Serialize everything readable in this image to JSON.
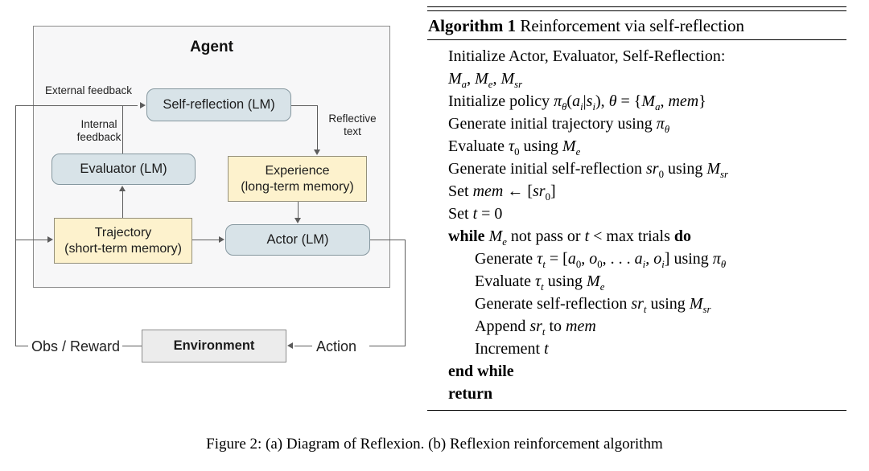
{
  "colors": {
    "blue_fill": "#d8e3e8",
    "blue_border": "#85979f",
    "yellow_fill": "#fdf2cd",
    "yellow_border": "#94907b",
    "agent_fill": "#f7f7f8",
    "agent_border": "#8c8c8c",
    "gray_fill": "#ececec",
    "line_color": "#5c5c5c"
  },
  "diagram": {
    "agent_label": "Agent",
    "nodes": {
      "self_reflection": "Self-reflection (LM)",
      "evaluator": "Evaluator (LM)",
      "actor": "Actor (LM)",
      "experience_title": "Experience",
      "experience_subtitle": "(long-term memory)",
      "trajectory_title": "Trajectory",
      "trajectory_subtitle": "(short-term memory)",
      "environment": "Environment"
    },
    "labels": {
      "external_feedback": "External feedback",
      "internal_feedback_line1": "Internal",
      "internal_feedback_line2": "feedback",
      "reflective_text_line1": "Reflective",
      "reflective_text_line2": "text",
      "obs_reward": "Obs / Reward",
      "action": "Action"
    }
  },
  "algorithm": {
    "title_bold": "Algorithm 1",
    "title_rest": " Reinforcement via self-reflection",
    "lines": [
      {
        "ind": 0,
        "seg": [
          [
            "r",
            "Initialize Actor, Evaluator, Self-Reflection:"
          ]
        ]
      },
      {
        "ind": 0,
        "seg": [
          [
            "i",
            "M"
          ],
          [
            "is",
            "a"
          ],
          [
            "r",
            ", "
          ],
          [
            "i",
            "M"
          ],
          [
            "is",
            "e"
          ],
          [
            "r",
            ", "
          ],
          [
            "i",
            "M"
          ],
          [
            "is",
            "sr"
          ]
        ]
      },
      {
        "ind": 0,
        "seg": [
          [
            "r",
            "Initialize policy "
          ],
          [
            "i",
            "π"
          ],
          [
            "is",
            "θ"
          ],
          [
            "r",
            "("
          ],
          [
            "i",
            "a"
          ],
          [
            "is",
            "i"
          ],
          [
            "r",
            "|"
          ],
          [
            "i",
            "s"
          ],
          [
            "is",
            "i"
          ],
          [
            "r",
            "), "
          ],
          [
            "i",
            "θ"
          ],
          [
            "r",
            " = {"
          ],
          [
            "i",
            "M"
          ],
          [
            "is",
            "a"
          ],
          [
            "r",
            ", "
          ],
          [
            "i",
            "mem"
          ],
          [
            "r",
            "}"
          ]
        ]
      },
      {
        "ind": 0,
        "seg": [
          [
            "r",
            "Generate initial trajectory using "
          ],
          [
            "i",
            "π"
          ],
          [
            "is",
            "θ"
          ]
        ]
      },
      {
        "ind": 0,
        "seg": [
          [
            "r",
            "Evaluate "
          ],
          [
            "i",
            "τ"
          ],
          [
            "rs",
            "0"
          ],
          [
            "r",
            " using "
          ],
          [
            "i",
            "M"
          ],
          [
            "is",
            "e"
          ]
        ]
      },
      {
        "ind": 0,
        "seg": [
          [
            "r",
            "Generate initial self-reflection "
          ],
          [
            "i",
            "sr"
          ],
          [
            "rs",
            "0"
          ],
          [
            "r",
            " using "
          ],
          [
            "i",
            "M"
          ],
          [
            "is",
            "sr"
          ]
        ]
      },
      {
        "ind": 0,
        "seg": [
          [
            "r",
            "Set "
          ],
          [
            "i",
            "mem"
          ],
          [
            "r",
            " ← ["
          ],
          [
            "i",
            "sr"
          ],
          [
            "rs",
            "0"
          ],
          [
            "r",
            "]"
          ]
        ]
      },
      {
        "ind": 0,
        "seg": [
          [
            "r",
            "Set "
          ],
          [
            "i",
            "t"
          ],
          [
            "r",
            " = 0"
          ]
        ]
      },
      {
        "ind": 0,
        "seg": [
          [
            "b",
            "while "
          ],
          [
            "i",
            "M"
          ],
          [
            "is",
            "e"
          ],
          [
            "r",
            " not pass or "
          ],
          [
            "i",
            "t"
          ],
          [
            "r",
            " < max trials "
          ],
          [
            "b",
            "do"
          ]
        ]
      },
      {
        "ind": 1,
        "seg": [
          [
            "r",
            "Generate "
          ],
          [
            "i",
            "τ"
          ],
          [
            "is",
            "t"
          ],
          [
            "r",
            " = ["
          ],
          [
            "i",
            "a"
          ],
          [
            "rs",
            "0"
          ],
          [
            "r",
            ", "
          ],
          [
            "i",
            "o"
          ],
          [
            "rs",
            "0"
          ],
          [
            "r",
            ", . . . "
          ],
          [
            "i",
            "a"
          ],
          [
            "is",
            "i"
          ],
          [
            "r",
            ", "
          ],
          [
            "i",
            "o"
          ],
          [
            "is",
            "i"
          ],
          [
            "r",
            "] using "
          ],
          [
            "i",
            "π"
          ],
          [
            "is",
            "θ"
          ]
        ]
      },
      {
        "ind": 1,
        "seg": [
          [
            "r",
            "Evaluate "
          ],
          [
            "i",
            "τ"
          ],
          [
            "is",
            "t"
          ],
          [
            "r",
            " using "
          ],
          [
            "i",
            "M"
          ],
          [
            "is",
            "e"
          ]
        ]
      },
      {
        "ind": 1,
        "seg": [
          [
            "r",
            "Generate self-reflection "
          ],
          [
            "i",
            "sr"
          ],
          [
            "is",
            "t"
          ],
          [
            "r",
            " using "
          ],
          [
            "i",
            "M"
          ],
          [
            "is",
            "sr"
          ]
        ]
      },
      {
        "ind": 1,
        "seg": [
          [
            "r",
            "Append "
          ],
          [
            "i",
            "sr"
          ],
          [
            "is",
            "t"
          ],
          [
            "r",
            " to "
          ],
          [
            "i",
            "mem"
          ]
        ]
      },
      {
        "ind": 1,
        "seg": [
          [
            "r",
            "Increment "
          ],
          [
            "i",
            "t"
          ]
        ]
      },
      {
        "ind": 0,
        "seg": [
          [
            "b",
            "end while"
          ]
        ]
      },
      {
        "ind": 0,
        "seg": [
          [
            "b",
            "return"
          ]
        ]
      }
    ]
  },
  "caption": "Figure 2: (a) Diagram of Reflexion. (b) Reflexion reinforcement algorithm"
}
